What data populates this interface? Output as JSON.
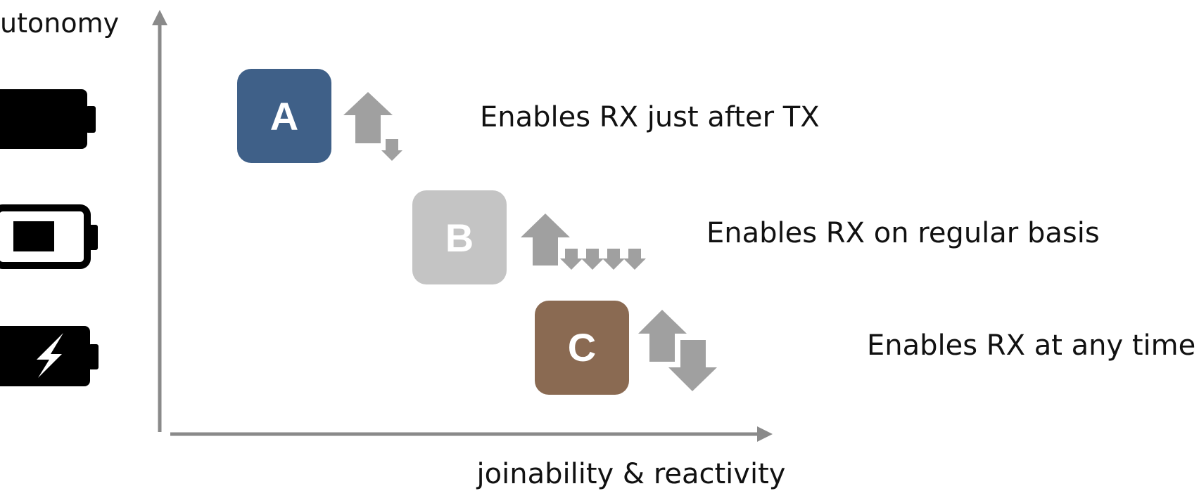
{
  "axes": {
    "y_label": "utonomy",
    "x_label": "joinability & reactivity"
  },
  "batteries": [
    {
      "icon": "battery-low-icon"
    },
    {
      "icon": "battery-half-icon"
    },
    {
      "icon": "battery-charging-icon"
    }
  ],
  "classes": [
    {
      "letter": "A",
      "color": "#3f6088",
      "description": "Enables RX just after TX",
      "rx_icon": "single-small-downlink-icon"
    },
    {
      "letter": "B",
      "color": "#c4c4c4",
      "description": "Enables RX on regular basis",
      "rx_icon": "periodic-downlinks-icon"
    },
    {
      "letter": "C",
      "color": "#8a6a52",
      "description": "Enables RX at any time",
      "rx_icon": "continuous-downlink-icon"
    }
  ],
  "colors": {
    "axis": "#8a8a8a",
    "arrow": "#a0a0a0",
    "battery": "#000000",
    "text": "#111111"
  }
}
